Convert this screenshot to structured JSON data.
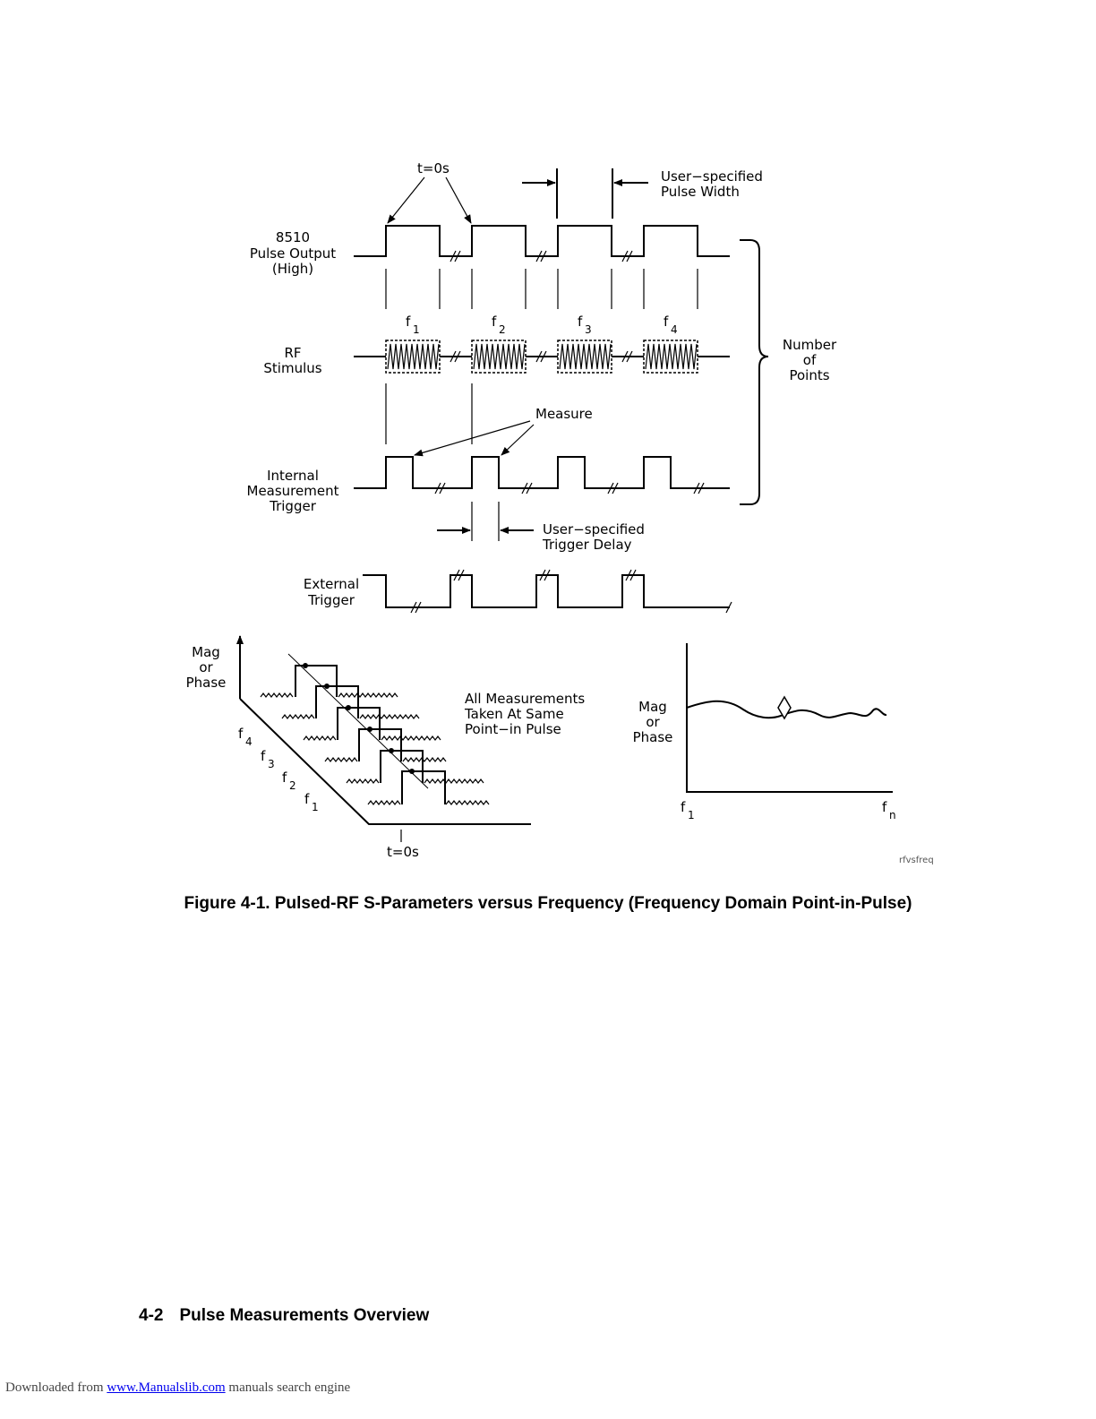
{
  "figure": {
    "t0_label": "t=0s",
    "pulse_width_label": [
      "User−specified",
      "Pulse  Width"
    ],
    "pulse_output_label": [
      "8510",
      "Pulse  Output",
      "(High)"
    ],
    "freq_labels": [
      "f",
      "f",
      "f",
      "f"
    ],
    "freq_subs": [
      "1",
      "2",
      "3",
      "4"
    ],
    "rf_stimulus_label": [
      "RF",
      "Stimulus"
    ],
    "number_of_points_label": [
      "Number",
      "of",
      "Points"
    ],
    "measure_label": "Measure",
    "internal_trigger_label": [
      "Internal",
      "Measurement",
      "Trigger"
    ],
    "trigger_delay_label": [
      "User−specified",
      "Trigger  Delay"
    ],
    "external_trigger_label": [
      "External",
      "Trigger"
    ],
    "mag_phase_label": [
      "Mag",
      "or",
      "Phase"
    ],
    "same_point_label": [
      "All  Measurements",
      "Taken  At  Same",
      "Point−in  Pulse"
    ],
    "f1_axis_label": "f",
    "f1_axis_sub": "1",
    "fn_axis_label": "f",
    "fn_axis_sub": "n",
    "file_tag": "rfvsfreq"
  },
  "caption": "Figure 4-1. Pulsed-RF S-Parameters versus Frequency (Frequency Domain Point-in-Pulse)",
  "footer": {
    "page_number": "4-2",
    "section_title": "Pulse Measurements Overview"
  },
  "download": {
    "prefix": "Downloaded from ",
    "link_text": "www.Manualslib.com",
    "suffix": "  manuals search engine"
  }
}
